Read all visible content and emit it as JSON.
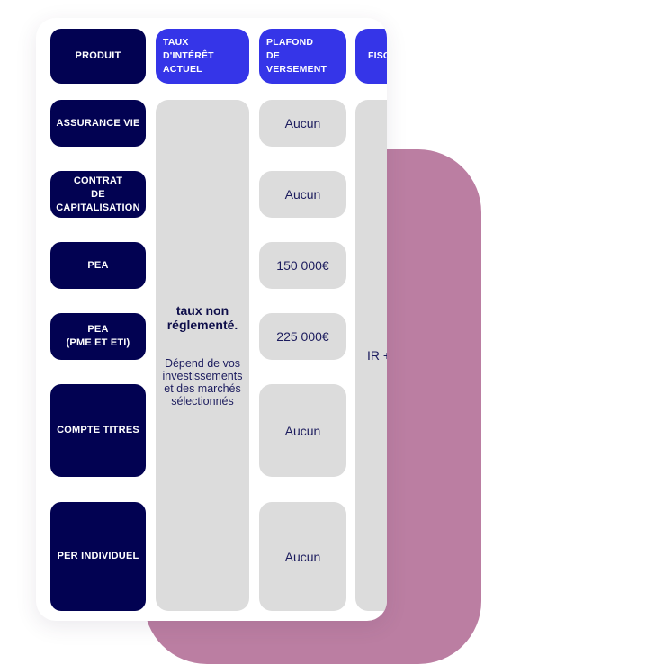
{
  "headers": {
    "produit": "PRODUIT",
    "taux_line1": "TAUX D'INTÉRÊT",
    "taux_line2": "ACTUEL",
    "plafond_line1": "PLAFOND",
    "plafond_line2": "DE VERSEMENT",
    "fiscalite_partial": "FISC"
  },
  "products": {
    "assurance_vie": "ASSURANCE VIE",
    "contrat_line1": "CONTRAT",
    "contrat_line2": "DE",
    "contrat_line3": "CAPITALISATION",
    "pea": "PEA",
    "pea_pme_line1": "PEA",
    "pea_pme_line2": "(PME ET ETI)",
    "compte_titres": "COMPTE TITRES",
    "per_individuel": "PER INDIVIDUEL"
  },
  "taux": {
    "bold_line1": "taux non",
    "bold_line2": "réglementé.",
    "desc_line1": "Dépend de vos",
    "desc_line2": "investissements",
    "desc_line3": "et des marchés",
    "desc_line4": "sélectionnés"
  },
  "plafonds": {
    "assurance_vie": "Aucun",
    "contrat": "Aucun",
    "pea": "150 000€",
    "pea_pme": "225 000€",
    "compte_titres": "Aucun",
    "per": "Aucun"
  },
  "fiscalite": {
    "partial": "IR +"
  },
  "colors": {
    "navy": "#020252",
    "blue": "#3535e8",
    "gray": "#dcdcdc",
    "mauve": "#bb7ea2"
  }
}
